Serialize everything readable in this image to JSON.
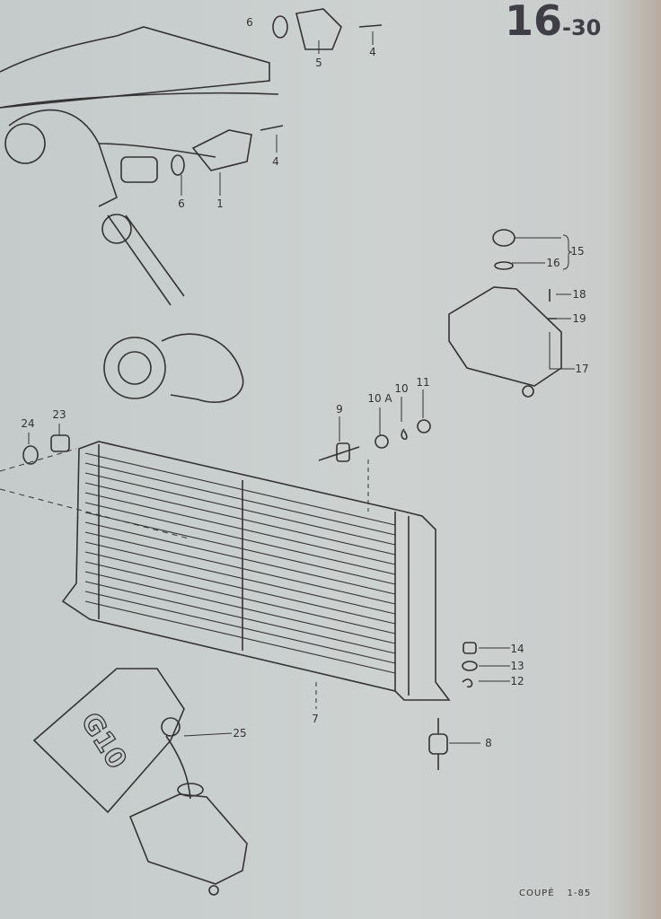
{
  "page": {
    "number_main": "16",
    "number_sub": "-30"
  },
  "footer": {
    "model": "COUPÉ",
    "date": "1-85"
  },
  "canister_label": "G10",
  "callouts": [
    {
      "id": "c6a",
      "text": "6"
    },
    {
      "id": "c5",
      "text": "5"
    },
    {
      "id": "c4a",
      "text": "4"
    },
    {
      "id": "c4b",
      "text": "4"
    },
    {
      "id": "c6b",
      "text": "6"
    },
    {
      "id": "c1",
      "text": "1"
    },
    {
      "id": "c15",
      "text": "15"
    },
    {
      "id": "c16",
      "text": "16"
    },
    {
      "id": "c18",
      "text": "18"
    },
    {
      "id": "c19",
      "text": "19"
    },
    {
      "id": "c17",
      "text": "17"
    },
    {
      "id": "c24",
      "text": "24"
    },
    {
      "id": "c23",
      "text": "23"
    },
    {
      "id": "c9",
      "text": "9"
    },
    {
      "id": "c10A",
      "text": "10 A"
    },
    {
      "id": "c10",
      "text": "10"
    },
    {
      "id": "c11",
      "text": "11"
    },
    {
      "id": "c14",
      "text": "14"
    },
    {
      "id": "c13",
      "text": "13"
    },
    {
      "id": "c12",
      "text": "12"
    },
    {
      "id": "c7",
      "text": "7"
    },
    {
      "id": "c8",
      "text": "8"
    },
    {
      "id": "c25",
      "text": "25"
    }
  ]
}
